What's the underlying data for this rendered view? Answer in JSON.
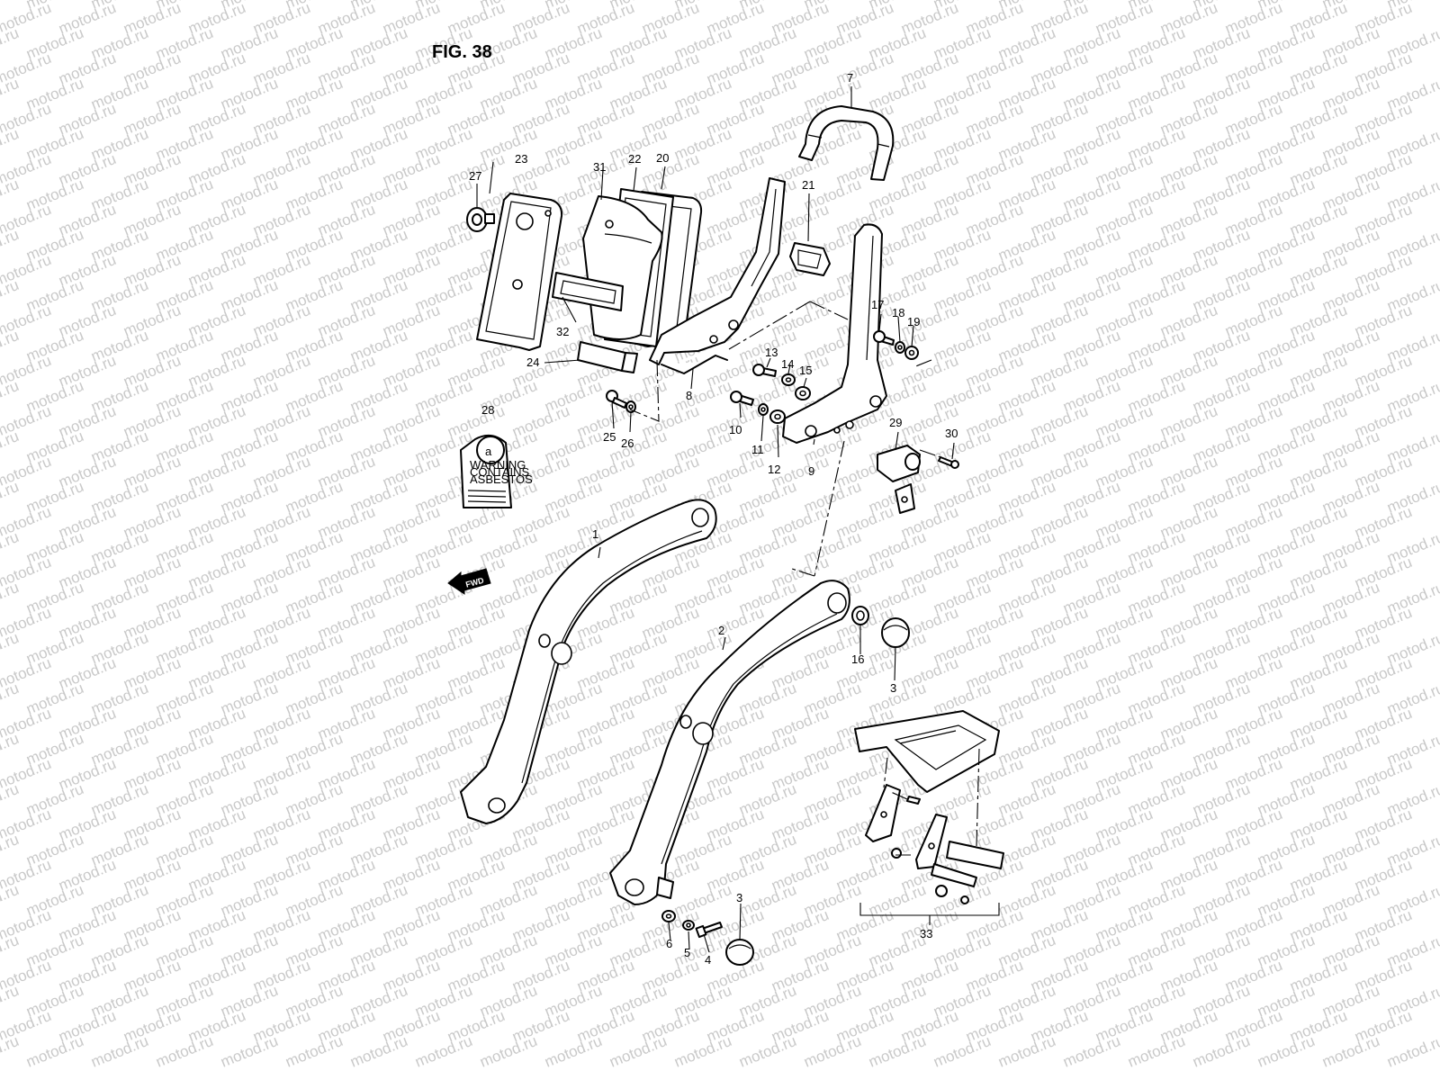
{
  "figure": {
    "title": "FIG. 38"
  },
  "watermark": {
    "text": "motod.ru",
    "color": "#c9c9c9"
  },
  "direction_arrow": {
    "label": "FWD"
  },
  "label_tag": {
    "letter": "a",
    "lines": [
      "WARNING",
      "CONTAINS",
      "ASBESTOS"
    ]
  },
  "callouts": [
    {
      "id": "1",
      "text": "1"
    },
    {
      "id": "2",
      "text": "2"
    },
    {
      "id": "3a",
      "text": "3"
    },
    {
      "id": "3b",
      "text": "3"
    },
    {
      "id": "4",
      "text": "4"
    },
    {
      "id": "5",
      "text": "5"
    },
    {
      "id": "6",
      "text": "6"
    },
    {
      "id": "7",
      "text": "7"
    },
    {
      "id": "8",
      "text": "8"
    },
    {
      "id": "9",
      "text": "9"
    },
    {
      "id": "10",
      "text": "10"
    },
    {
      "id": "11",
      "text": "11"
    },
    {
      "id": "12",
      "text": "12"
    },
    {
      "id": "13",
      "text": "13"
    },
    {
      "id": "14",
      "text": "14"
    },
    {
      "id": "15",
      "text": "15"
    },
    {
      "id": "16",
      "text": "16"
    },
    {
      "id": "17",
      "text": "17"
    },
    {
      "id": "18",
      "text": "18"
    },
    {
      "id": "19",
      "text": "19"
    },
    {
      "id": "20",
      "text": "20"
    },
    {
      "id": "21",
      "text": "21"
    },
    {
      "id": "22",
      "text": "22"
    },
    {
      "id": "23",
      "text": "23"
    },
    {
      "id": "24",
      "text": "24"
    },
    {
      "id": "25",
      "text": "25"
    },
    {
      "id": "26",
      "text": "26"
    },
    {
      "id": "27",
      "text": "27"
    },
    {
      "id": "28",
      "text": "28"
    },
    {
      "id": "29",
      "text": "29"
    },
    {
      "id": "30",
      "text": "30"
    },
    {
      "id": "31",
      "text": "31"
    },
    {
      "id": "32",
      "text": "32"
    },
    {
      "id": "33",
      "text": "33"
    }
  ]
}
